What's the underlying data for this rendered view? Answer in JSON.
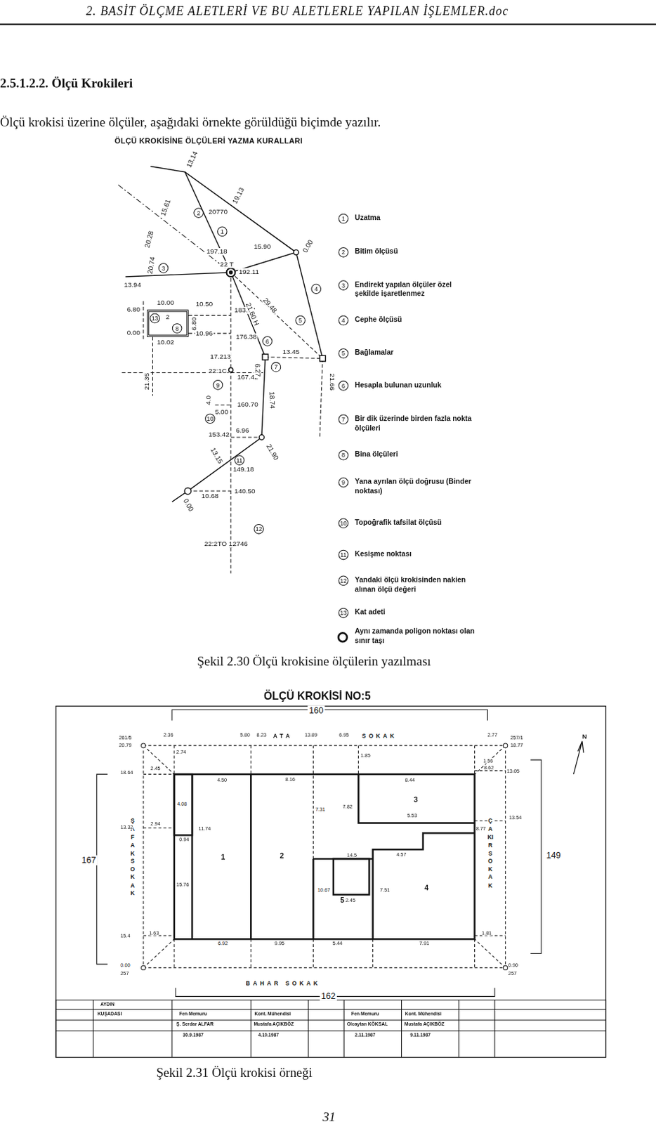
{
  "diagram": {
    "title": "2.5.1.2.2. Ölçü Krokileri",
    "caption": "Şekil 2.30 Ölçü krokisine ölçülerin yazılması",
    "nodes": [
      {
        "text": [
          "2"
        ]
      },
      {
        "text": [
          "1"
        ]
      },
      {
        "text": [
          "2"
        ]
      },
      {
        "text": [
          "3"
        ]
      },
      {
        "text": [
          "4"
        ]
      },
      {
        "text": [
          "5"
        ]
      }
    ],
    "labels": [
      "2. BASİT ÖLÇME ALETLERİ VE BU ALETLERLE YAPILAN İŞLEMLER.doc",
      "Ölçü krokisi üzerine ölçüler, aşağıdaki örnekte görüldüğü biçimde yazılır.",
      "ÖLÇÜ KROKİSİNE ÖLÇÜLERİ YAZMA KURALLARI",
      "13.14",
      "19.13",
      "15.61",
      "20770",
      "197.18",
      "15.90",
      "0.00",
      "20.28",
      "20.74",
      "13.94",
      "22 T",
      "192.11",
      "10.00",
      "10.50",
      "183.77",
      "6.80",
      "0.00",
      "10.02",
      "10.96",
      "176.38",
      "6.80",
      "29.48",
      "21.60 H",
      "17.213",
      "13.45",
      "21.66",
      "22:1C",
      "167.42",
      "6.27",
      "18.74",
      "21.35",
      "4.0",
      "160.70",
      "5.00",
      "153.42",
      "6.96",
      "21.90",
      "13.15",
      "149.18",
      "140.50",
      "10.68",
      "0.00",
      "22:2TO 12746",
      "2",
      "1",
      "3",
      "4",
      "5",
      "6",
      "7",
      "9",
      "10",
      "11",
      "12",
      "13",
      "8",
      "1",
      "2",
      "3",
      "4",
      "5",
      "6",
      "7",
      "8",
      "9",
      "10",
      "11",
      "12",
      "13",
      "Şekil 2.31 Ölçü krokisi örneği",
      "31",
      "ÖLÇÜ KROKİSİ NO:5",
      "160",
      "167",
      "149",
      "162",
      "ATA",
      "SOKAK",
      "ŞAFAK SOKAK",
      "ÇAKIR SOKAK",
      "BAHAR SOKAK",
      "N",
      "261/5",
      "20.79",
      "2.36",
      "2.74",
      "5.80",
      "8.23",
      "13.89",
      "6.95",
      "1.85",
      "2.77",
      "257/1",
      "18.77",
      "1.56",
      "18.64",
      "2.45",
      "4.50",
      "8.16",
      "8.44",
      "8.62",
      "13.05",
      "4.08",
      "11.74",
      "0.94",
      "13.32",
      "2.94",
      "7.31",
      "7.82",
      "5.53",
      "13.54",
      "8.77",
      "4.57",
      "14.5",
      "10.67",
      "2.45",
      "7.51",
      "15.76",
      "6.92",
      "9.95",
      "5.44",
      "7.91",
      "1.63",
      "1.81",
      "15.4",
      "0.00",
      "257",
      "0.90",
      "257",
      "AYDIN",
      "KUŞADASI",
      "Fen Memuru",
      "Kont. Mühendisi",
      "Ş. Serdar ALFAR",
      "Mustafa AÇIKBÖZ",
      "30.9.1987",
      "4.10.1987",
      "Fen Memuru",
      "Kont. Mühendisi",
      "Olcaytan KÖKSAL",
      "Mustafa AÇIKBÖZ",
      "2.11.1987",
      "9.11.1987"
    ],
    "legend": [
      {
        "text": "Uzatma"
      },
      {
        "text": "Bitim ölçüsü"
      },
      {
        "text": "Endirekt yapılan ölçüler özel şekilde işaretlenmez"
      },
      {
        "text": "Cephe ölçüsü"
      },
      {
        "text": "Bağlamalar"
      },
      {
        "text": "Hesapla bulunan uzunluk"
      },
      {
        "text": "Bir dik üzerinde birden fazla nokta ölçüleri"
      },
      {
        "text": "Bina ölçüleri"
      },
      {
        "text": "Yana ayrılan ölçü doğrusu (Binder noktası)"
      },
      {
        "text": "Topoğrafik tafsilat ölçüsü"
      },
      {
        "text": "Kesişme noktası"
      },
      {
        "text": "Yandaki ölçü krokisinden nakien alınan ölçü değeri"
      },
      {
        "text": "Kat adeti"
      },
      {
        "text": "Aynı zamanda poligon noktası olan sınır taşı"
      }
    ]
  }
}
